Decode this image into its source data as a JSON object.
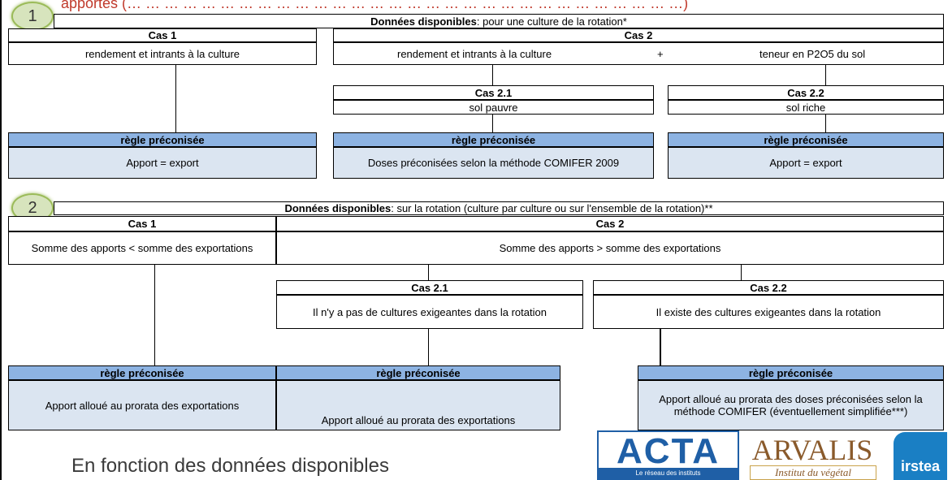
{
  "top_title": "apportés (… … … … … … … … … … … … … … … … … … … … … … … … … … … … … …)",
  "section1": {
    "number": "1",
    "header_bold": "Données disponibles",
    "header_rest": " : pour une culture de la rotation*",
    "cas1": {
      "title": "Cas 1",
      "desc": "rendement et intrants à la culture",
      "rule_title": "règle préconisée",
      "rule_text": "Apport = export"
    },
    "cas2": {
      "title": "Cas 2",
      "desc_left": "rendement et intrants à la culture",
      "plus": "+",
      "desc_right": "teneur en P2O5 du sol"
    },
    "cas21": {
      "title": "Cas 2.1",
      "desc": "sol pauvre",
      "rule_title": "règle préconisée",
      "rule_text": "Doses préconisées selon la méthode COMIFER 2009"
    },
    "cas22": {
      "title": "Cas 2.2",
      "desc": "sol riche",
      "rule_title": "règle préconisée",
      "rule_text": "Apport = export"
    }
  },
  "section2": {
    "number": "2",
    "header_bold": "Données disponibles",
    "header_rest": " : sur la rotation (culture par culture ou sur l'ensemble de la rotation)**",
    "cas1": {
      "title": "Cas 1",
      "desc": "Somme des apports < somme des exportations",
      "rule_title": "règle préconisée",
      "rule_text": "Apport alloué au prorata des exportations"
    },
    "cas2": {
      "title": "Cas 2",
      "desc": "Somme des apports > somme des exportations"
    },
    "cas21": {
      "title": "Cas 2.1",
      "desc": "Il n'y a pas de cultures exigeantes dans la rotation",
      "rule_title": "règle préconisée",
      "rule_text": "Apport alloué au prorata des exportations"
    },
    "cas22": {
      "title": "Cas 2.2",
      "desc": "Il existe des cultures exigeantes dans la rotation",
      "rule_title": "règle préconisée",
      "rule_text": "Apport alloué au prorata des doses préconisées selon la méthode COMIFER (éventuellement simplifiée***)"
    }
  },
  "bottom_title": "En fonction des données disponibles",
  "logos": {
    "acta": "ACTA",
    "acta_sub": "Le réseau des instituts",
    "arvalis": "ARVALIS",
    "arvalis_sub": "Institut du végétal",
    "irstea": "irstea",
    "colors": {
      "acta": "#1f5fa6",
      "arvalis": "#8a5a2b",
      "irstea": "#1a7fc4"
    }
  },
  "colors": {
    "rule_header": "#8db3e2",
    "rule_body": "#dbe5f1",
    "badge_fill": "#d7e4bd",
    "badge_border": "#9bbb59"
  }
}
